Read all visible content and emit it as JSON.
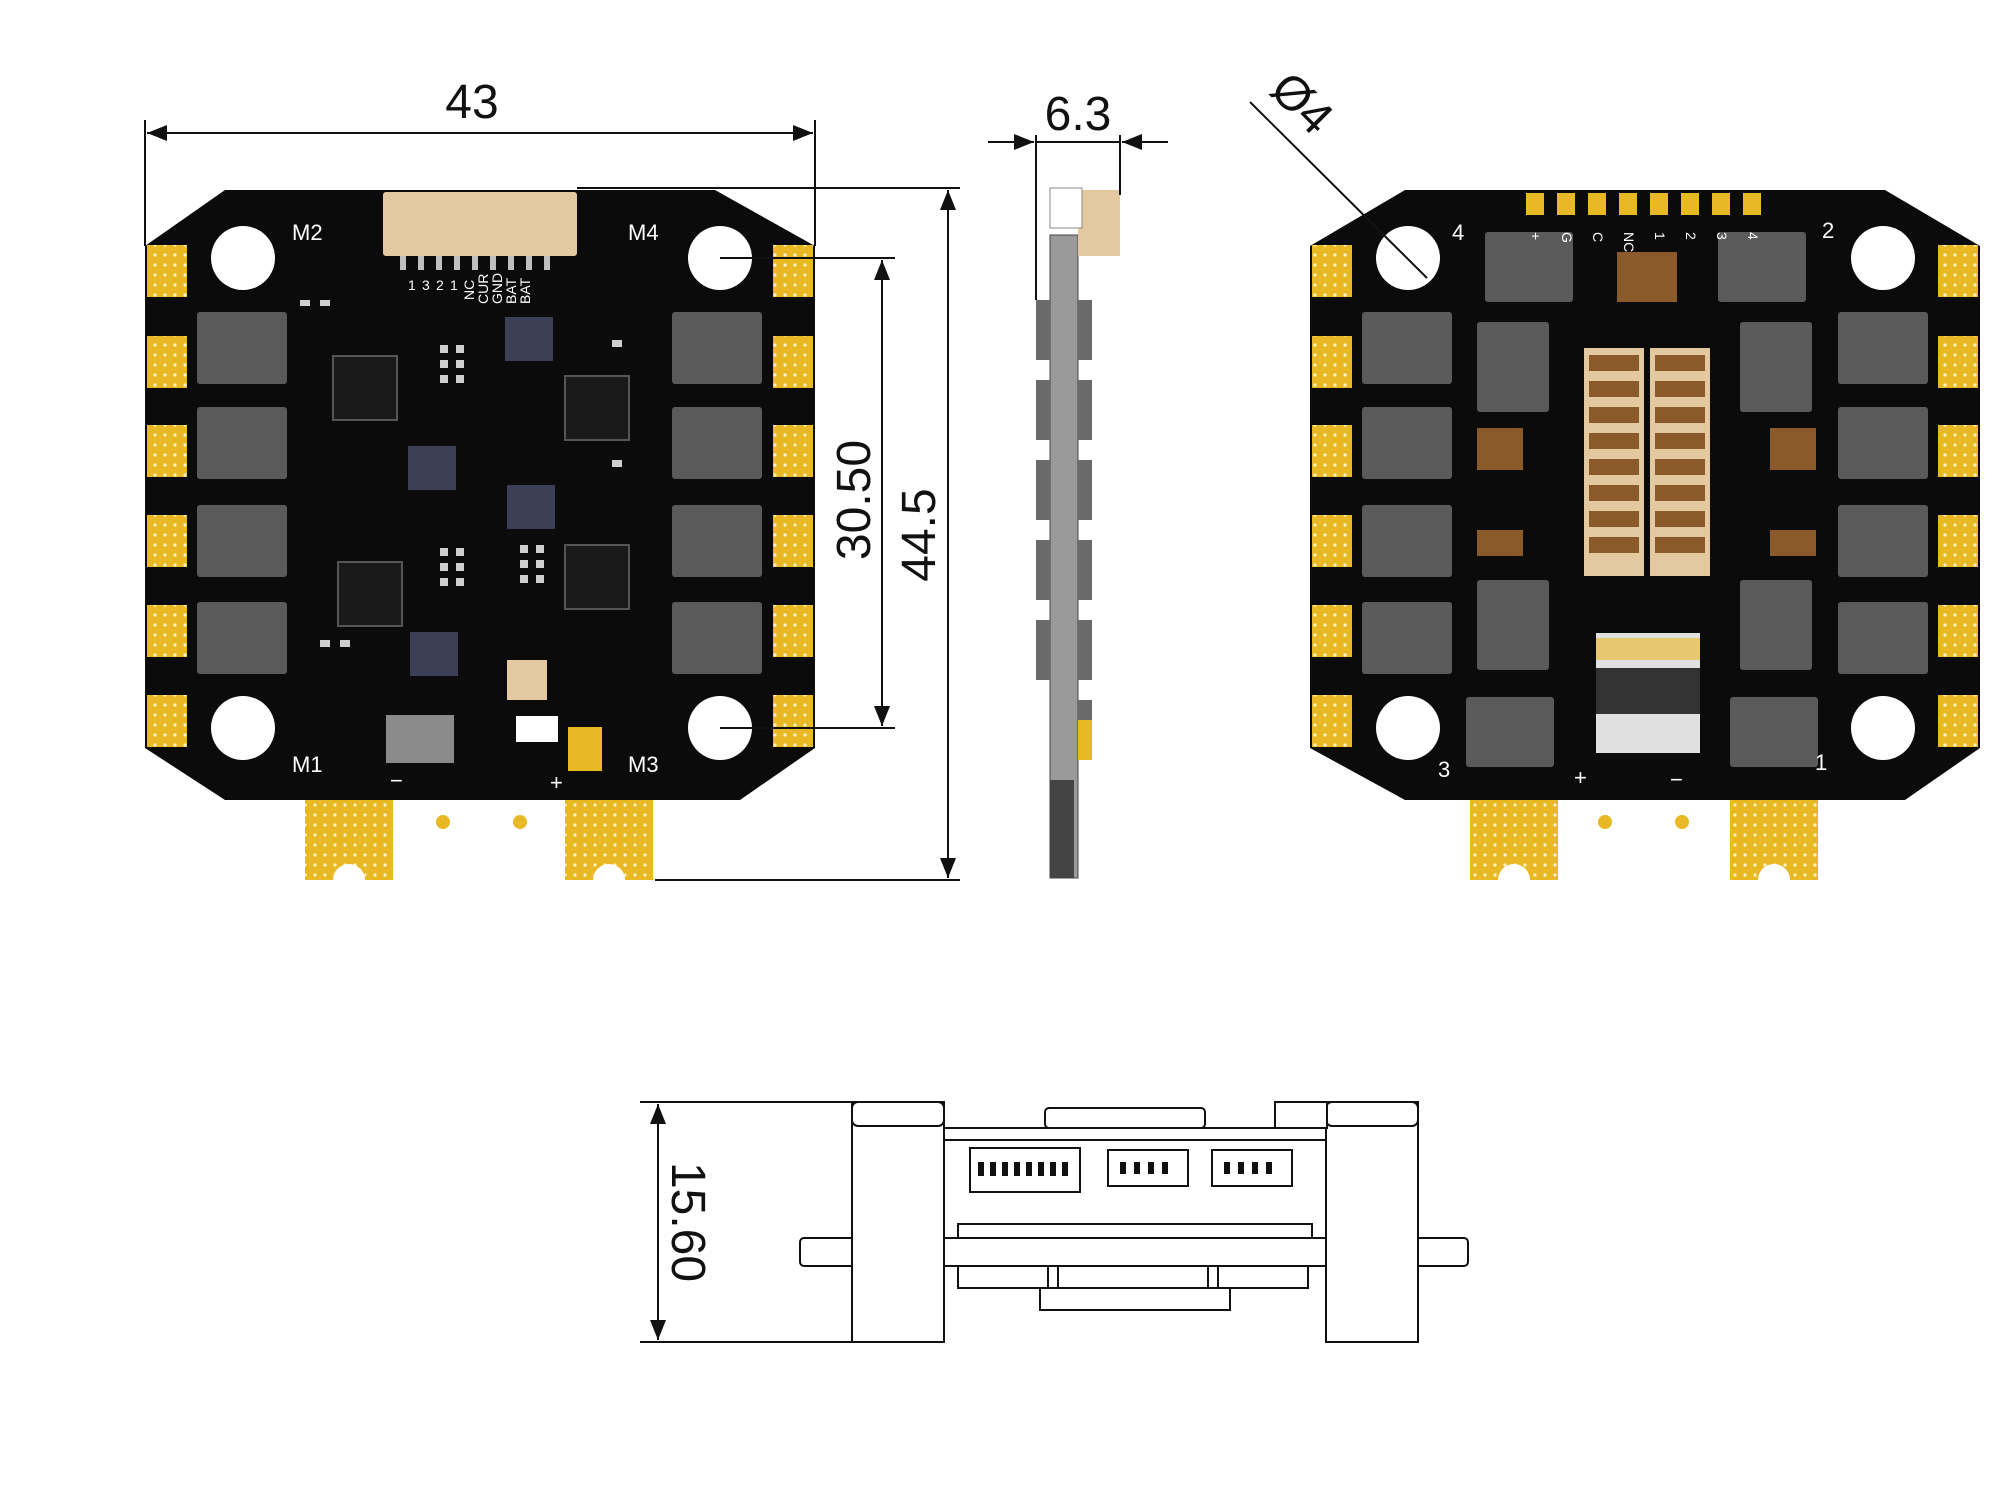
{
  "dimensions": {
    "width": "43",
    "height": "44.5",
    "hole_spacing": "30.50",
    "thickness": "6.3",
    "hole_diameter": "Ø4",
    "stack_height": "15.60"
  },
  "top_view": {
    "motor_labels": [
      "M2",
      "M4",
      "M1",
      "M3"
    ],
    "connector_pins": [
      "1",
      "3",
      "2",
      "1",
      "NC",
      "CUR",
      "GND",
      "BAT",
      "BAT"
    ],
    "polarity_minus": "−",
    "polarity_plus": "+"
  },
  "bottom_view": {
    "pad_labels": [
      "+",
      "G",
      "C",
      "NC",
      "1",
      "2",
      "3",
      "4"
    ],
    "corner_labels": [
      "4",
      "2",
      "3",
      "1"
    ],
    "polarity_plus": "+",
    "polarity_minus": "−"
  },
  "colors": {
    "pcb": "#0b0b0b",
    "pad_gold": "#e9b825",
    "mosfet": "#5a5a5a",
    "connector": "#e4c9a0",
    "capacitor": "#8a5a2b",
    "dimension_line": "#111111"
  }
}
